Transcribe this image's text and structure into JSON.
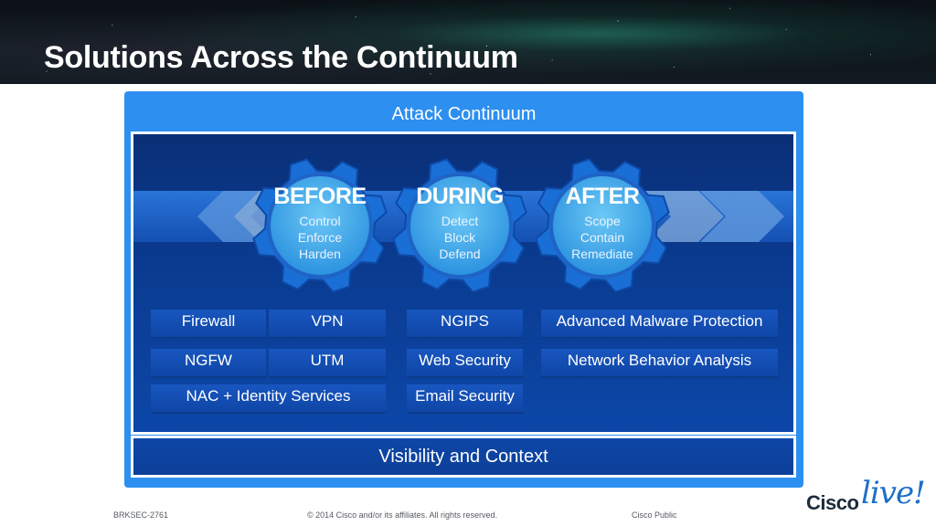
{
  "header": {
    "title": "Solutions Across the Continuum"
  },
  "continuum": {
    "label": "Attack Continuum",
    "phases": [
      {
        "title": "BEFORE",
        "lines": [
          "Control",
          "Enforce",
          "Harden"
        ]
      },
      {
        "title": "DURING",
        "lines": [
          "Detect",
          "Block",
          "Defend"
        ]
      },
      {
        "title": "AFTER",
        "lines": [
          "Scope",
          "Contain",
          "Remediate"
        ]
      }
    ]
  },
  "solutions": {
    "firewall": "Firewall",
    "vpn": "VPN",
    "ngips": "NGIPS",
    "amp": "Advanced Malware Protection",
    "ngfw": "NGFW",
    "utm": "UTM",
    "web_security": "Web Security",
    "nba": "Network Behavior Analysis",
    "nac": "NAC + Identity Services",
    "email_security": "Email Security"
  },
  "visibility": {
    "label": "Visibility and Context"
  },
  "footer": {
    "session": "BRKSEC-2761",
    "copyright": "© 2014 Cisco and/or its affiliates. All rights reserved.",
    "classification": "Cisco Public"
  },
  "logo": {
    "word": "Cisco",
    "live": "live!"
  },
  "colors": {
    "frame_blue": "#2d8ff0",
    "panel_navy": "#0a3a8e",
    "gear_blue": "#1a6fd6",
    "gear_hub": "#4bb2ef"
  },
  "icons": {
    "gears": "gear-icon",
    "arrows": "chevron-arrow-icon"
  }
}
